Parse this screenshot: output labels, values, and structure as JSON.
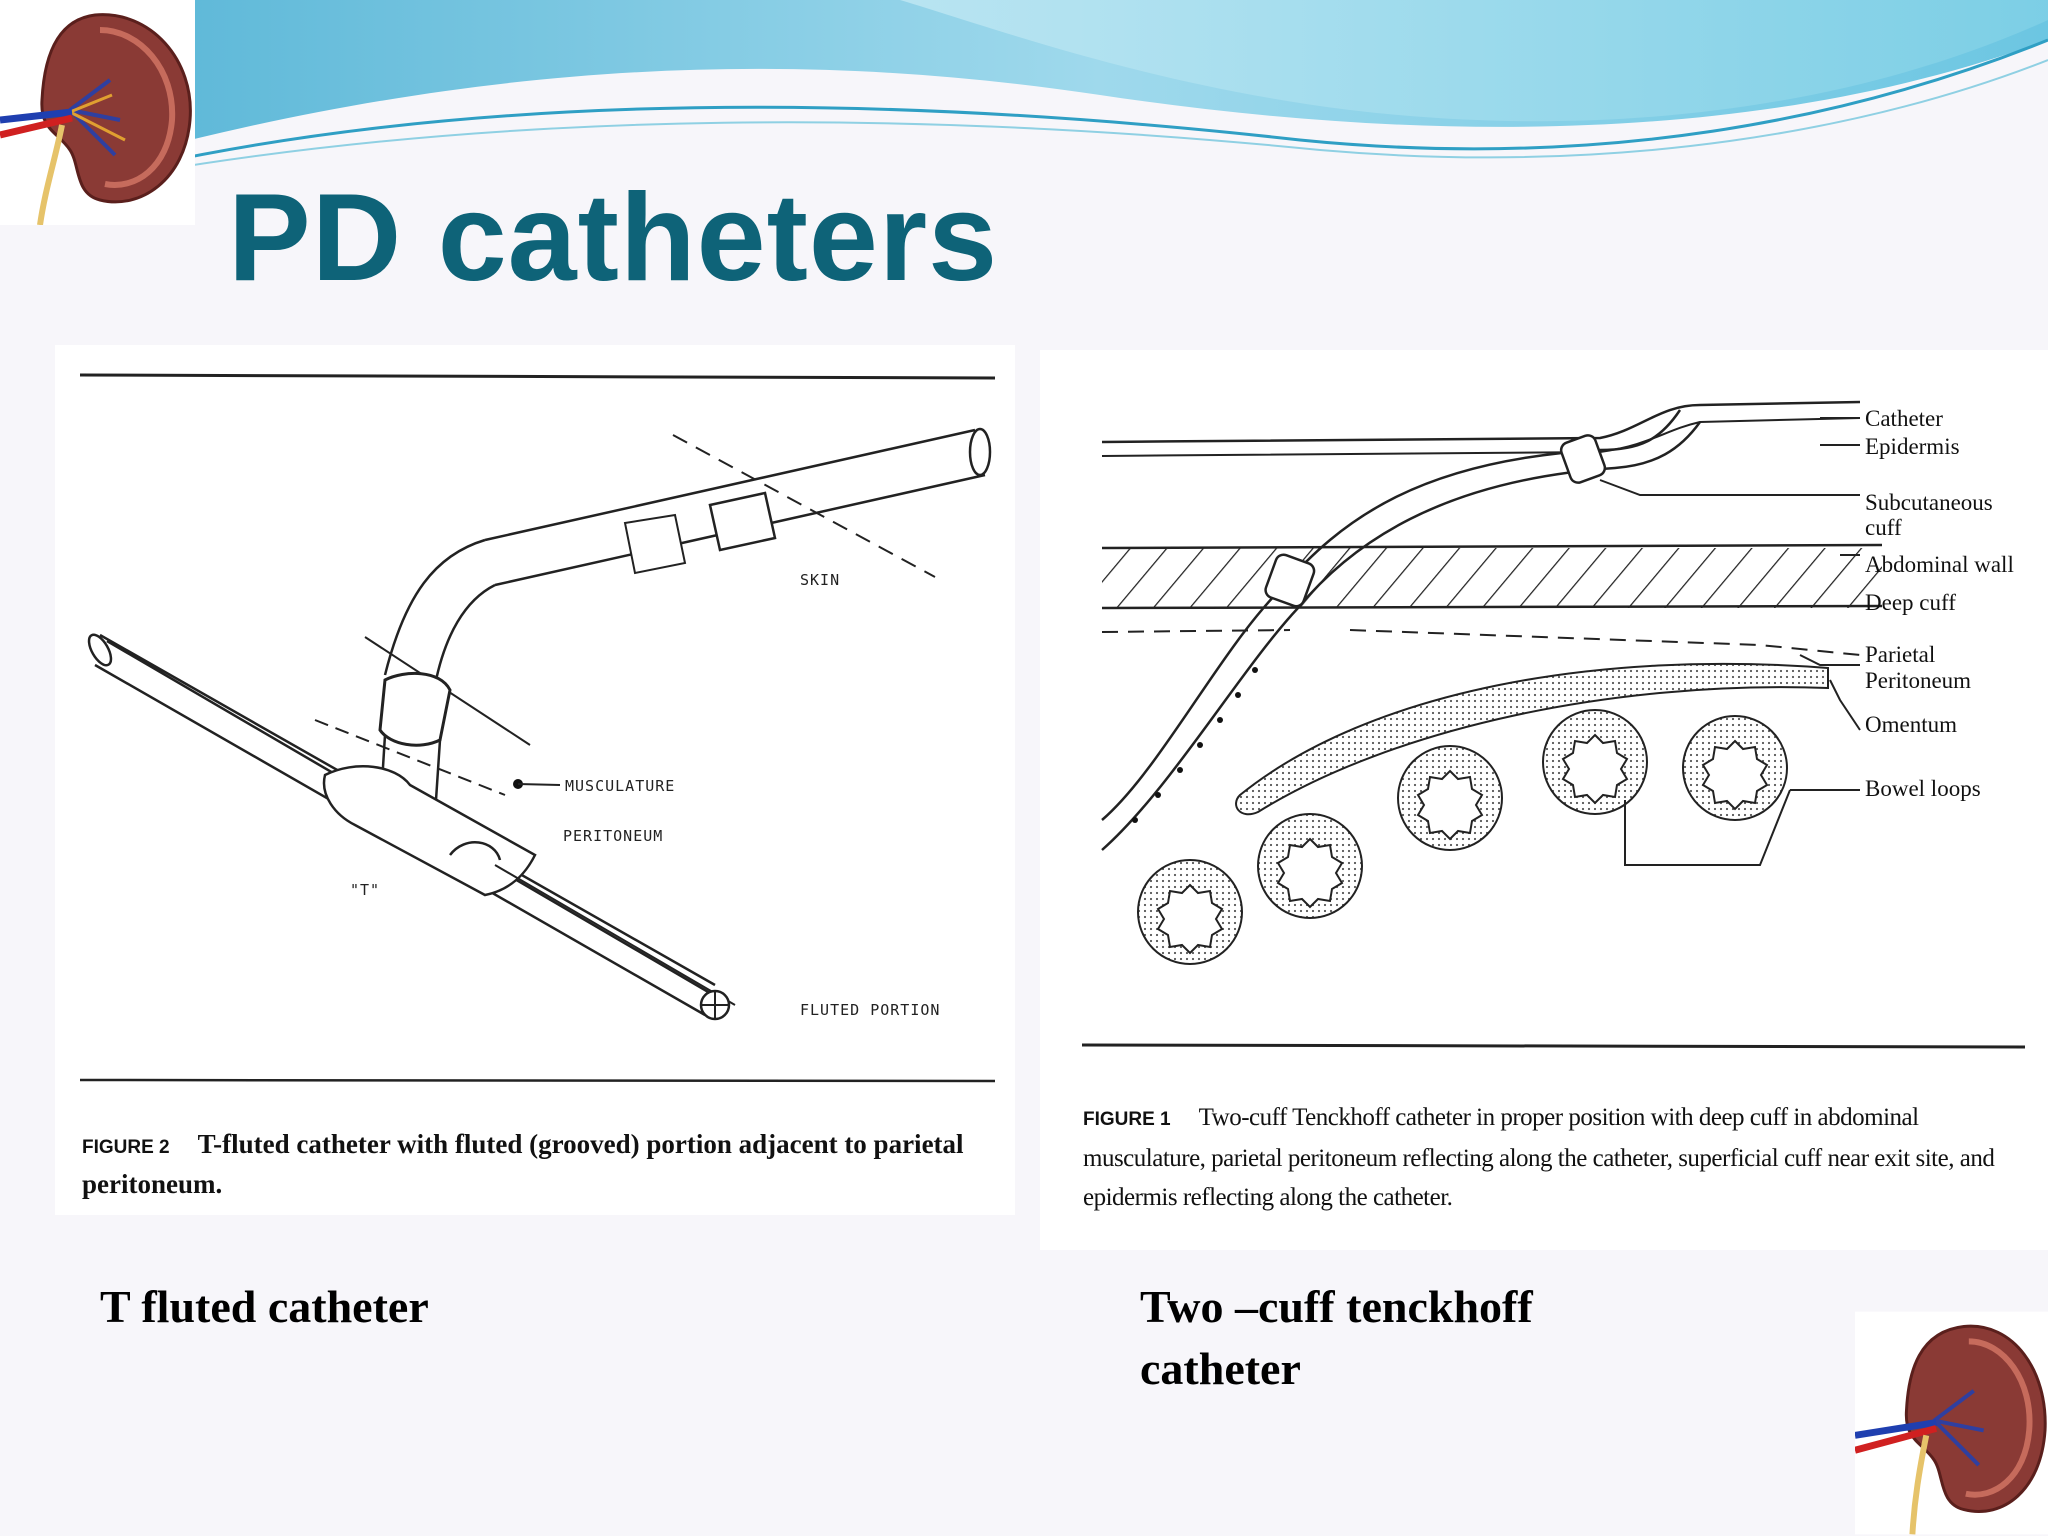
{
  "slide": {
    "title": "PD catheters"
  },
  "left_figure": {
    "labels": {
      "skin": "SKIN",
      "musculature": "MUSCULATURE",
      "peritoneum": "PERITONEUM",
      "t_label": "\"T\"",
      "fluted_portion": "FLUTED PORTION"
    },
    "caption_figure": "FIGURE 2",
    "caption_text": "T-fluted catheter with fluted (grooved) portion adjacent to parietal peritoneum."
  },
  "right_figure": {
    "labels": {
      "catheter": "Catheter",
      "epidermis": "Epidermis",
      "subcutaneous_line1": "Subcutaneous",
      "subcutaneous_line2": "cuff",
      "abdominal_wall": "Abdominal wall",
      "deep_cuff": "Deep cuff",
      "parietal_line1": "Parietal",
      "parietal_line2": "Peritoneum",
      "omentum": "Omentum",
      "bowel_loops": "Bowel loops"
    },
    "caption_figure": "FIGURE 1",
    "caption_text": "Two-cuff Tenckhoff catheter in proper position with deep cuff in abdominal musculature, parietal peritoneum reflecting along the catheter, superficial cuff near exit site, and epidermis reflecting along the catheter."
  },
  "subtitles": {
    "left": "T fluted catheter",
    "right": "Two –cuff tenckhoff catheter"
  },
  "colors": {
    "title": "#0e6378",
    "banner_light": "#a9dff0",
    "banner_dark": "#3fa9cf"
  }
}
